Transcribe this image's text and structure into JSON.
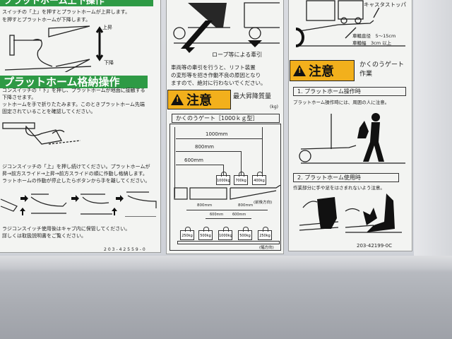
{
  "left_label": {
    "header1": "プラットホーム上下操作",
    "text1": [
      "スイッチの「上」を押すとプラットホームが上昇します。",
      "を押すとプラットホームが下降します。"
    ],
    "up": "上昇",
    "down": "下降",
    "header2": "プラットホーム格納操作",
    "text2": [
      "コンスイッチの「下」を押し、プラットホームが地面に接触する",
      "下降させます。",
      "ットホームを手で折りたたみます。このときプラットホーム先端",
      "固定されていることを確認してください。"
    ],
    "text3": [
      "ジコンスイッチの「上」を押し続けてください。プラットホームが",
      "昇→前方スライド→上昇→前方スライドの順に作動し格納します。",
      "ラットホームの作動が停止したらボタンから手を離してください。"
    ],
    "text4": [
      "ラジコンスイッチ使用後はキャブ内に保管してください。",
      "詳しくは取扱説明書をご覧ください。"
    ],
    "code": "203-42559-0"
  },
  "middle_label": {
    "rope": "ロープ等による牽引",
    "text": [
      "車両等の牽引を行うと、リフト装置",
      "の変形等を招き作動不良の原因となり",
      "ますので、絶対に行わないでください。"
    ],
    "caution": "注意",
    "max_load": "最大昇降質量",
    "unit": "(kg)",
    "gate_type": "かくのうゲート［1000ｋｇ型］",
    "front_dims": [
      "1000mm",
      "800mm",
      "600mm"
    ],
    "front_weights": [
      "1000kg",
      "700kg",
      "400kg"
    ],
    "front_dir": "(前後方向)",
    "width_dims": [
      "800mm",
      "800mm",
      "600mm",
      "600mm"
    ],
    "width_weights": [
      "250kg",
      "500kg",
      "1000kg",
      "500kg",
      "250kg"
    ],
    "width_dir": "(幅方向)"
  },
  "right_label": {
    "caster": "キャスタストッパ",
    "wheel_dia": "車輪直径　5～15cm",
    "wheel_width": "車輪幅　3cm 以上",
    "caution": "注意",
    "title": [
      "かくのうゲート",
      "作業"
    ],
    "sec1": "1. プラットホーム操作時",
    "sec1_text": "プラットホーム操作時には、周囲の人に注意。",
    "sec2": "2. プラットホーム使用時",
    "sec2_text": "作業部分に手や足をはさまれないよう注意。",
    "code": "203-42199-0C"
  },
  "colors": {
    "green": "#2e9a45",
    "caution_yellow": "#f2b01c"
  }
}
